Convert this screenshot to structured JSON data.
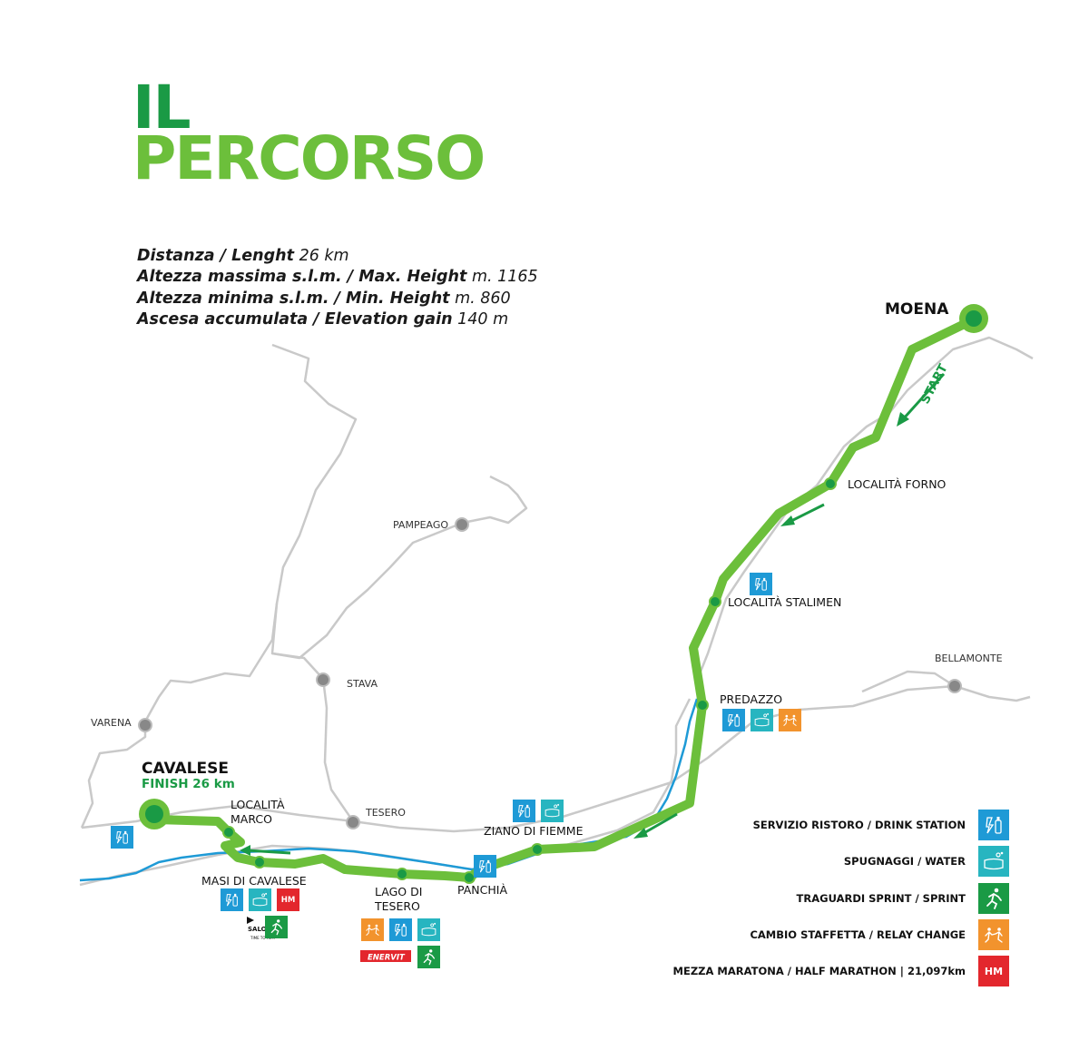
{
  "title": {
    "line1": "IL",
    "line2": "PERCORSO"
  },
  "stats": [
    {
      "label": "Distanza / Lenght",
      "value": "26 km"
    },
    {
      "label": "Altezza massima s.l.m. / Max. Height",
      "value": "m. 1165"
    },
    {
      "label": "Altezza minima s.l.m. / Min. Height",
      "value": "m. 860"
    },
    {
      "label": "Ascesa accumulata / Elevation gain",
      "value": "140 m"
    }
  ],
  "places": {
    "moena": "MOENA",
    "start": "START",
    "forno": "LOCALITÀ FORNO",
    "stalimen": "LOCALITÀ STALIMEN",
    "bellamonte": "BELLAMONTE",
    "predazzo": "PREDAZZO",
    "pampeago": "PAMPEAGO",
    "stava": "STAVA",
    "varena": "VARENA",
    "tesero": "TESERO",
    "ziano": "ZIANO DI FIEMME",
    "panchia": "PANCHIÀ",
    "lago_1": "LAGO DI",
    "lago_2": "TESERO",
    "masi": "MASI DI CAVALESE",
    "marco_1": "LOCALITÀ",
    "marco_2": "MARCO",
    "cavalese": "CAVALESE",
    "finish": "FINISH 26 km"
  },
  "sponsors": {
    "salomon": "SALOMON",
    "salomon_tag": "TIME TO PLAY",
    "enervit": "ENERVIT"
  },
  "legend": [
    {
      "label": "SERVIZIO RISTORO / DRINK STATION",
      "icon": "drink-icon",
      "color": "#1e9ad6"
    },
    {
      "label": "SPUGNAGGI / WATER",
      "icon": "sponge-icon",
      "color": "#27b5c0"
    },
    {
      "label": "TRAGUARDI SPRINT / SPRINT",
      "icon": "runner-icon",
      "color": "#1a9a45"
    },
    {
      "label": "CAMBIO STAFFETTA / RELAY CHANGE",
      "icon": "relay-icon",
      "color": "#f2932d"
    },
    {
      "label": "MEZZA MARATONA / HALF MARATHON | 21,097km",
      "icon": "HM",
      "color": "#e3272d"
    }
  ],
  "hm_text": "HM",
  "colors": {
    "route": "#6cbf3b",
    "route_dark": "#1a9a45",
    "river": "#1e9ad6",
    "roads": "#c9c9c9"
  }
}
